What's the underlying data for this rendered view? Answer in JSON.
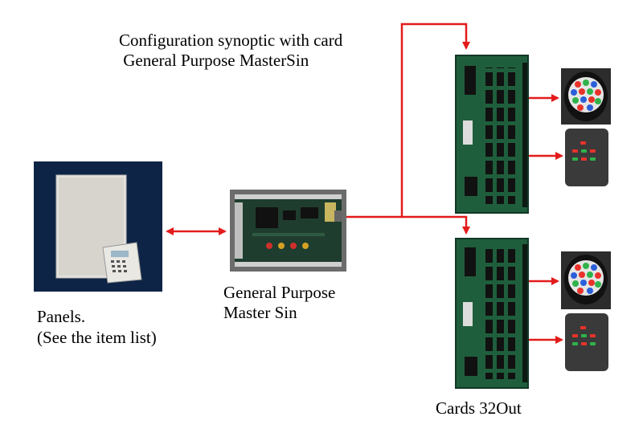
{
  "title": {
    "line1": "Configuration synoptic with card",
    "line2": " General Purpose MasterSin"
  },
  "panels": {
    "line1": "Panels.",
    "line2": "(See the item list)"
  },
  "master": {
    "line1": "General Purpose",
    "line2": "Master Sin"
  },
  "cards": {
    "label": "Cards 32Out"
  },
  "colors": {
    "arrow": "#e31b1b",
    "pcb": "#1f5e3c",
    "panel_bg": "#0e2446",
    "device_bg": "#3a3a3a",
    "led_red": "#e8322a",
    "led_green": "#2fb24a",
    "led_blue": "#2b5fd9"
  }
}
